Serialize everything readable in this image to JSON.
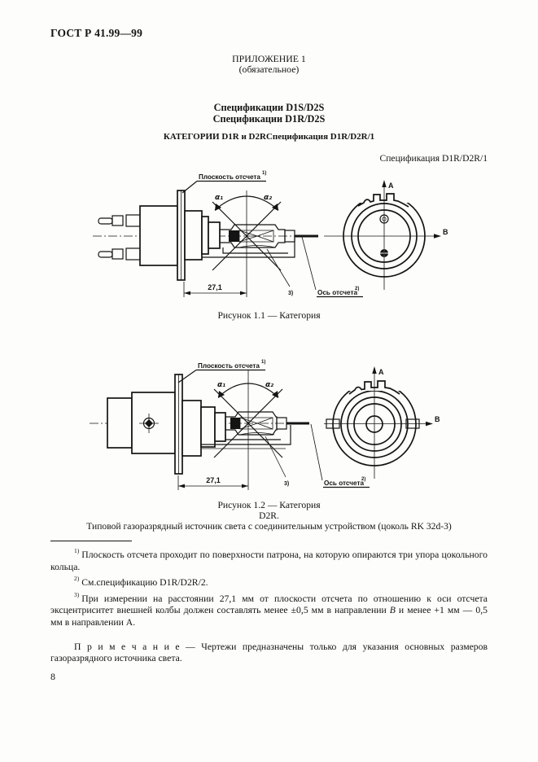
{
  "header": {
    "doc_number": "ГОСТ Р 41.99—99"
  },
  "appendix": {
    "title": "ПРИЛОЖЕНИЕ 1",
    "subtitle": "(обязательное)"
  },
  "titles": {
    "spec_line1": "Спецификации D1S/D2S",
    "spec_line2": "Спецификации D1R/D2S",
    "categories_line": "КАТЕГОРИИ D1R и D2RСпецификация D1R/D2R/1",
    "spec_right": "Спецификация D1R/D2R/1"
  },
  "drawing_labels": {
    "reference_plane": "Плоскость отсчета",
    "reference_plane_sup": "1)",
    "alpha1": "α₁",
    "alpha2": "α₂",
    "dimension": "27,1",
    "footnote_marker": "3)",
    "reference_axis": "Ось отсчета",
    "reference_axis_sup": "2)",
    "axis_a": "A",
    "axis_b": "B"
  },
  "figures": {
    "fig1_caption": "Рисунок 1.1 — Категория",
    "fig2_caption_line1": "Рисунок 1.2 — Категория",
    "fig2_caption_line2": "D2R.",
    "fig2_caption_line3": "Типовой газоразрядный источник света с соединительным устройством (цоколь RK 32d-3)"
  },
  "footnotes": {
    "fn1_sup": "1)",
    "fn1_text": "Плоскость отсчета проходит по поверхности патрона, на которую опираются три упора цокольного кольца.",
    "fn2_sup": "2)",
    "fn2_text": "См.спецификацию D1R/D2R/2.",
    "fn3_sup": "3)",
    "fn3_text_a": "При измерении на расстоянии 27,1 мм от плоскости отсчета по отношению к оси отсчета эксцентриситет внешней колбы должен составлять менее ±0,5 мм в направлении ",
    "fn3_italic": "B",
    "fn3_text_b": " и менее +1 мм — 0,5 мм в направлении А.",
    "note": "П р и м е ч а н и е — Чертежи предназначены только для указания основных размеров газоразрядного источника света."
  },
  "page": {
    "number": "8"
  }
}
